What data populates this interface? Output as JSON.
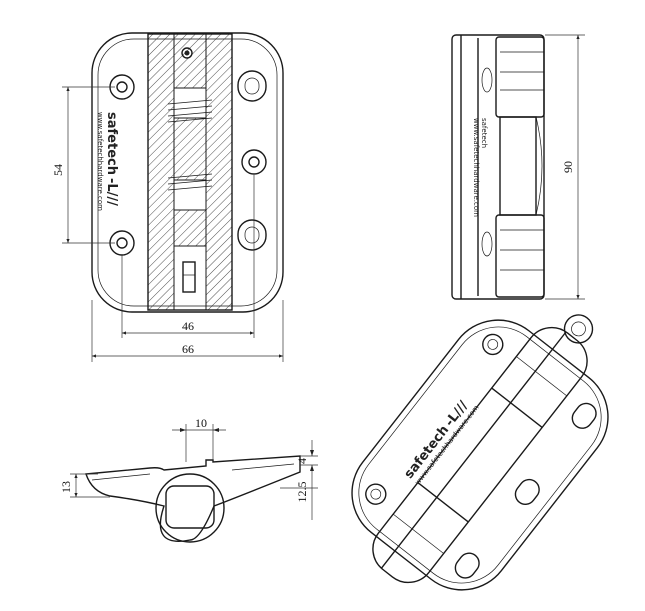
{
  "dimensions": {
    "front_height": "54",
    "front_inner_width": "46",
    "front_outer_width": "66",
    "side_height": "90",
    "top_tab_width": "10",
    "top_height_left": "13",
    "top_height_right": "12.5",
    "top_offset": "4"
  },
  "markings": {
    "brand": "safetech",
    "brand_suffix": "-L///",
    "website": "www.safetechhardware.com"
  }
}
